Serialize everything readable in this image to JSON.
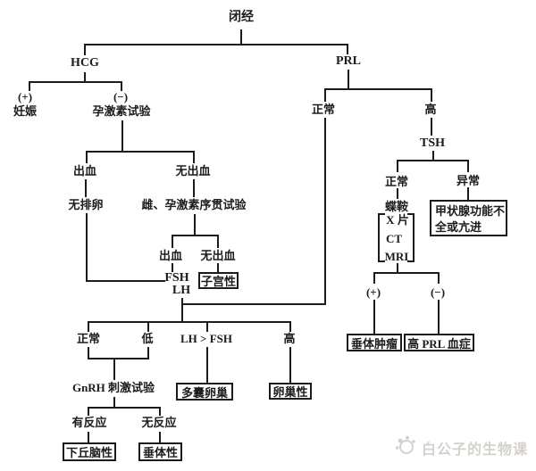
{
  "colors": {
    "line": "#1b1b1b",
    "text": "#1b1b1b",
    "background": "#ffffff",
    "watermark": "#d4d1cc"
  },
  "nodes": {
    "root": "闭经",
    "hcg": "HCG",
    "hcg_pos": "(+)",
    "pregnancy": "妊娠",
    "hcg_neg": "(−)",
    "progestin_test": "孕激素试验",
    "bleed1": "出血",
    "no_bleed1": "无出血",
    "anovulation": "无排卵",
    "seq_test": "雌、孕激素序贯试验",
    "bleed2": "出血",
    "no_bleed2": "无出血",
    "fsh": "FSH",
    "lh": "LH",
    "uterine": "子宫性",
    "fsh_normal": "正常",
    "fsh_low": "低",
    "lh_gt_fsh": "LH > FSH",
    "fsh_high": "高",
    "gnrh_test": "GnRH 刺激试验",
    "pcos": "多囊卵巢",
    "ovarian": "卵巢性",
    "response": "有反应",
    "no_response": "无反应",
    "hypothalamic": "下丘脑性",
    "pituitary": "垂体性",
    "prl": "PRL",
    "prl_normal": "正常",
    "prl_high": "高",
    "tsh": "TSH",
    "tsh_normal": "正常",
    "tsh_abnormal": "异常",
    "sella": "蝶鞍",
    "xray": "X 片",
    "ct": "CT",
    "mri": "MRI",
    "thyroid_line1": "甲状腺功能不",
    "thyroid_line2": "全或亢进",
    "mri_pos": "(+)",
    "mri_neg": "(−)",
    "pituitary_tumor": "垂体肿瘤",
    "hyper_prl": "高 PRL 血症"
  },
  "watermark": {
    "text": "白公子的生物课",
    "icon": "rabbit-sun-logo"
  }
}
